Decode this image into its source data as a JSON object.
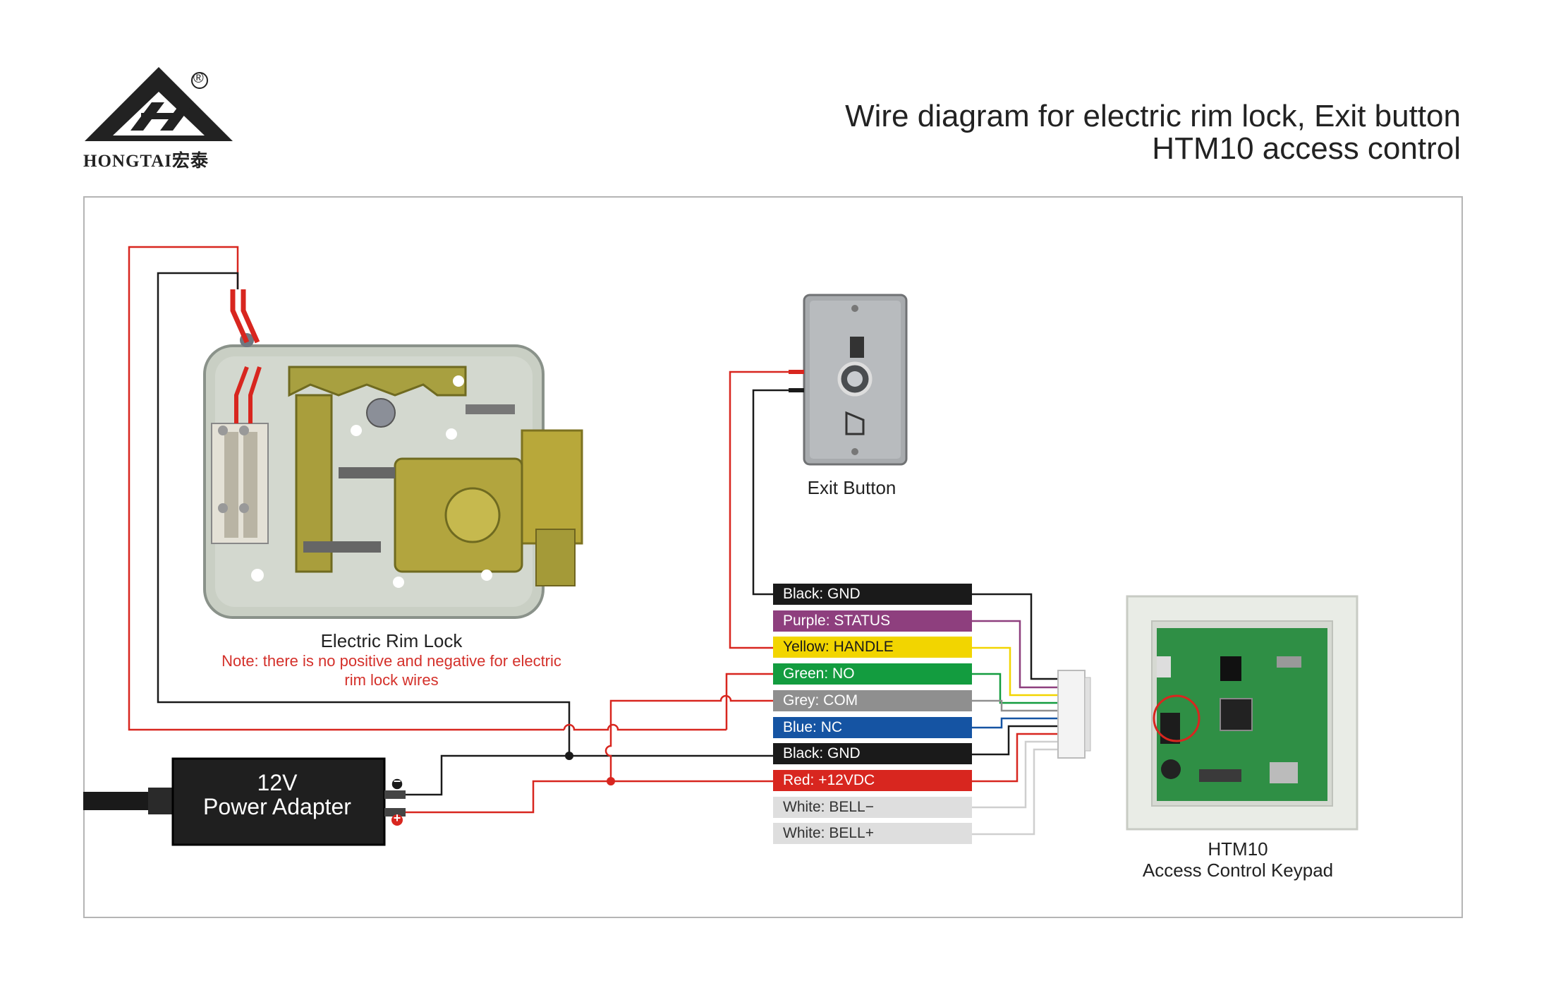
{
  "brand": {
    "name": "HONGTAI",
    "chinese": "宏泰",
    "registered": "®"
  },
  "title": {
    "line1": "Wire diagram for electric rim lock, Exit button",
    "line2": "HTM10 access control"
  },
  "components": {
    "lock": {
      "label": "Electric Rim Lock",
      "note": "Note: there is no positive and negative for electric rim lock wires"
    },
    "exit_button": {
      "label": "Exit Button"
    },
    "keypad": {
      "line1": "HTM10",
      "line2": "Access Control Keypad"
    },
    "power_adapter": {
      "line1": "12V",
      "line2": "Power Adapter",
      "minus": "−",
      "plus": "+"
    }
  },
  "wires": [
    {
      "label": "Black: GND",
      "color": "#1a1a1a",
      "text_color": "#ffffff"
    },
    {
      "label": "Purple: STATUS",
      "color": "#8e3f7e",
      "text_color": "#ffffff"
    },
    {
      "label": "Yellow: HANDLE",
      "color": "#f2d500",
      "text_color": "#1a1a1a"
    },
    {
      "label": "Green: NO",
      "color": "#139c3f",
      "text_color": "#ffffff"
    },
    {
      "label": "Grey: COM",
      "color": "#8f8f8f",
      "text_color": "#ffffff"
    },
    {
      "label": "Blue: NC",
      "color": "#1554a3",
      "text_color": "#ffffff"
    },
    {
      "label": "Black: GND",
      "color": "#1a1a1a",
      "text_color": "#ffffff"
    },
    {
      "label": "Red: +12VDC",
      "color": "#d8261f",
      "text_color": "#ffffff"
    },
    {
      "label": "White: BELL−",
      "color": "#dedede",
      "text_color": "#333333"
    },
    {
      "label": "White: BELL+",
      "color": "#dedede",
      "text_color": "#333333"
    }
  ],
  "colors": {
    "red_wire": "#d8261f",
    "black_wire": "#1a1a1a",
    "frame": "#b5b5b5"
  }
}
